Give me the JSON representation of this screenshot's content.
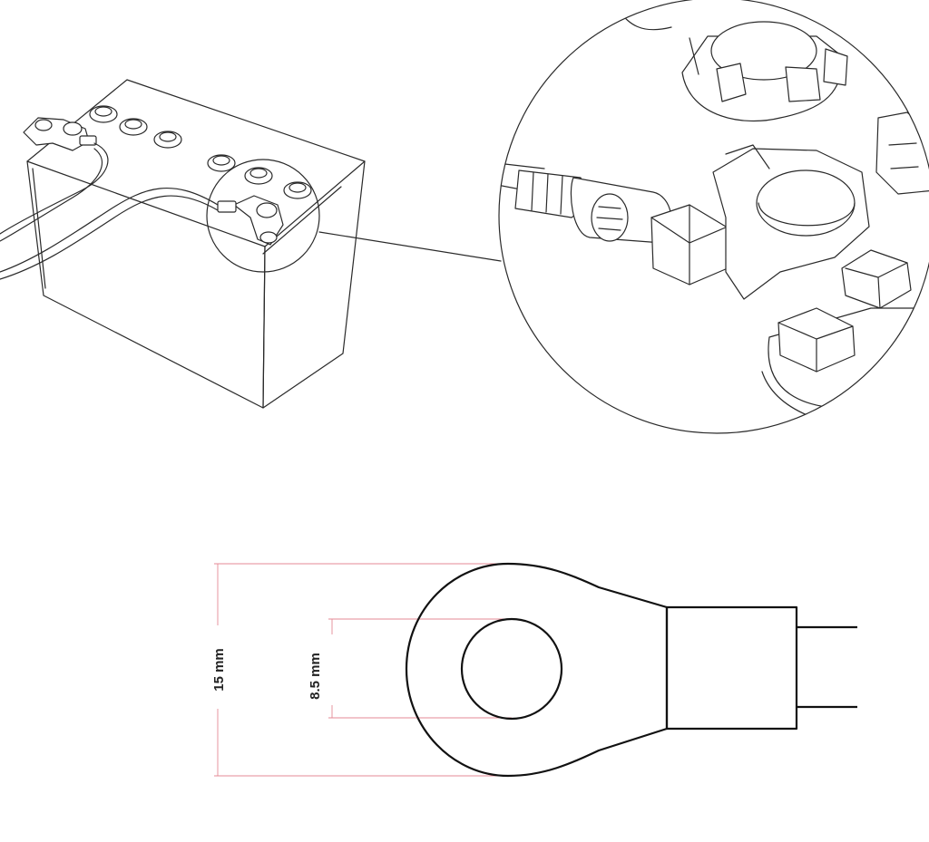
{
  "dimensions": {
    "outer_diameter": {
      "value": 15,
      "unit": "mm",
      "label": "15 mm"
    },
    "inner_diameter": {
      "value": 8.5,
      "unit": "mm",
      "label": "8.5 mm"
    }
  },
  "colors": {
    "line": "#2a2a2a",
    "terminal_outline": "#111111",
    "dimension_line": "#e58a95",
    "background": "#ffffff"
  },
  "terminal_caps": {
    "count": 6
  }
}
